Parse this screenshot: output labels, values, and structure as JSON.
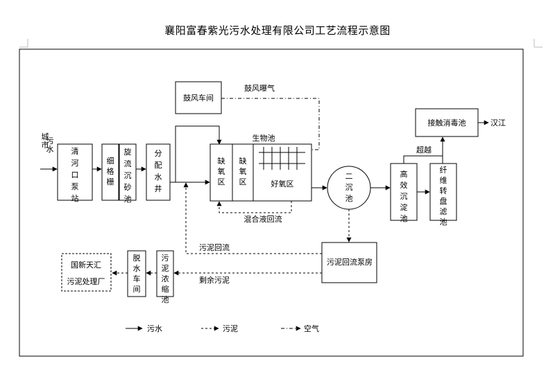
{
  "title": "襄阳富春紫光污水处理有限公司工艺流程示意图",
  "boxes": {
    "inlet": "城市污水",
    "intake_pump": "清河口泵站",
    "fine_screen": "细格栅",
    "grit_chamber": "旋流沉砂池",
    "distribution_well": "分配水井",
    "blower": "鼓风车间",
    "anoxic_1": "缺氧区",
    "anoxic_2": "缺氧区",
    "aerobic": "好氧区",
    "bio_tank": "生物池",
    "secondary_clarifier": "二沉池",
    "hes_tank": "高效沉淀池",
    "fiber_filter": "纤维转盘滤池",
    "disinfection": "接触消毒池",
    "river": "汉江",
    "sludge_pump": "污泥回流泵房",
    "thickener": "污泥浓缩池",
    "dewatering": "脱水车间",
    "disposal_line1": "国新天汇",
    "disposal_line2": "污泥处理厂"
  },
  "labels": {
    "aeration": "鼓风曝气",
    "overflow": "超越",
    "mixed_return": "混合液回流",
    "sludge_return": "污泥回流",
    "excess_sludge": "剩余污泥"
  },
  "legend": {
    "sewage": "污水",
    "sludge": "污泥",
    "air": "空气"
  }
}
